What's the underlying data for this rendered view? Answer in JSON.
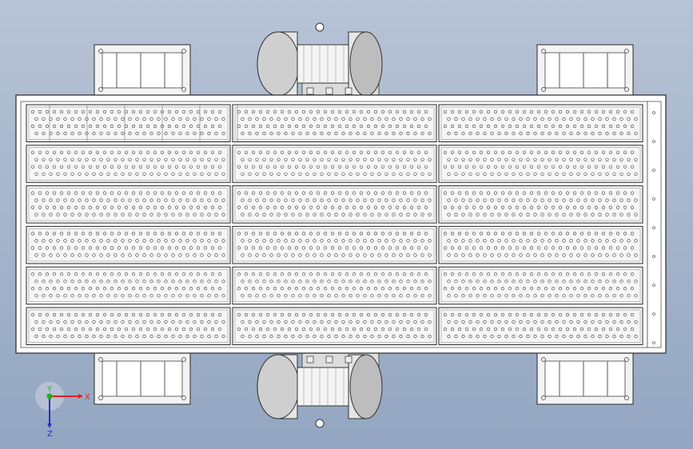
{
  "viewport": {
    "background_top": "#b7c3d6",
    "background_bottom": "#93a6c1"
  },
  "model": {
    "screen_panel_rows": 6,
    "screen_panel_cols": 3,
    "motor_count": 2,
    "support_count": 4,
    "colors": {
      "frame_fill": "#ffffff",
      "frame_stroke": "#2a2a2a",
      "panel_fill": "#f6f6f6",
      "hole_stroke": "#333333",
      "motor_fill": "#e6e6e6",
      "motor_shade": "#9a9a9a",
      "support_fill": "#f3f3f3"
    }
  },
  "triad": {
    "x_label": "X",
    "y_label": "Y",
    "z_label": "Z",
    "x_color": "#e02020",
    "y_color": "#20b020",
    "z_color": "#2030d0"
  }
}
